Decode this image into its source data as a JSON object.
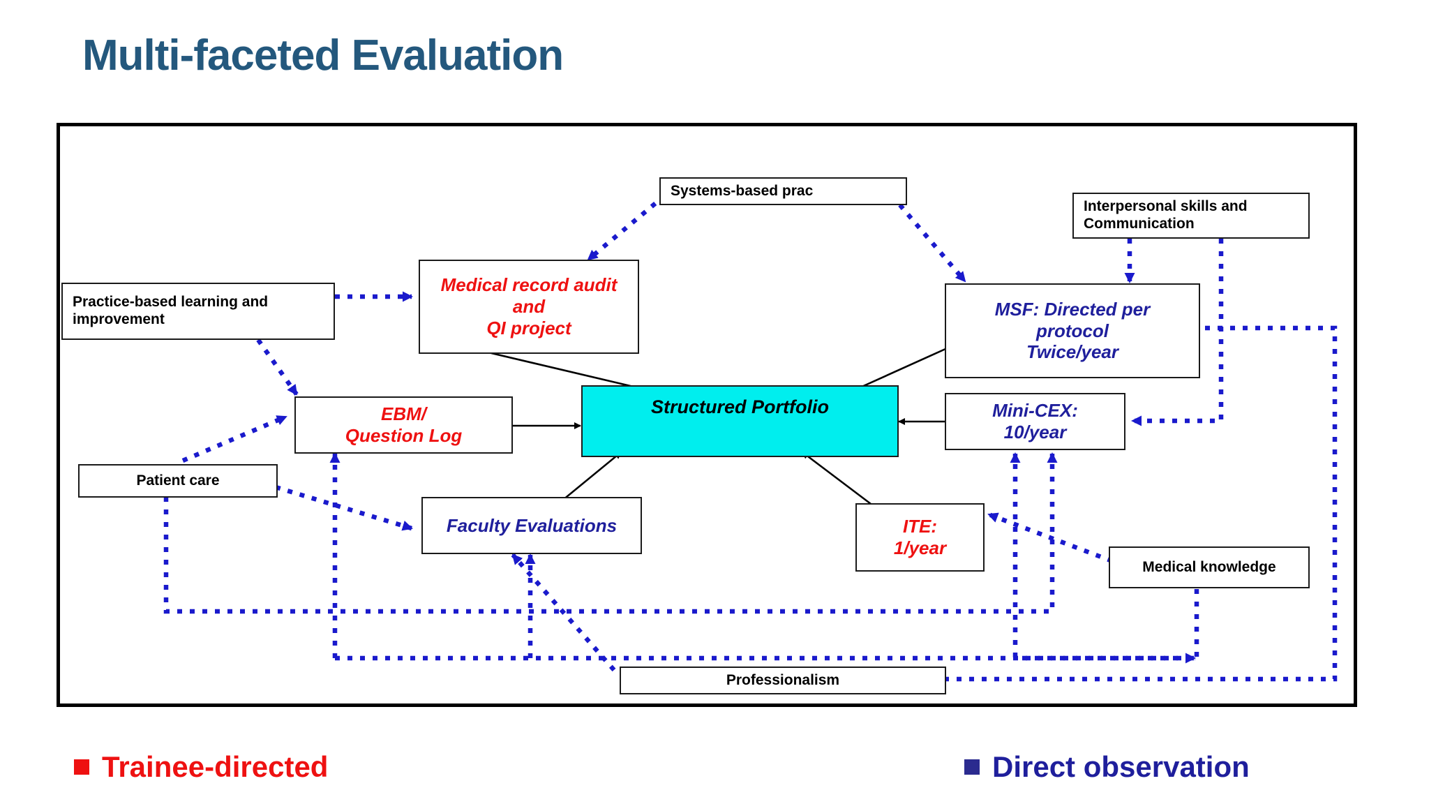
{
  "slide": {
    "title": "Multi-faceted Evaluation"
  },
  "legend": [
    {
      "key": "trainee",
      "label": "Trainee-directed",
      "color": "#ee1111",
      "marker": "square-bullet"
    },
    {
      "key": "direct",
      "label": "Direct observation",
      "color": "#1f1f9c",
      "marker": "square-bullet"
    }
  ],
  "diagram": {
    "type": "flow-diagram",
    "center": {
      "id": "portfolio",
      "label": "Structured Portfolio",
      "fill": "#00eeee",
      "text_color": "#000000"
    },
    "competencies": [
      {
        "id": "systems-based-prac",
        "label": "Systems-based prac"
      },
      {
        "id": "interpersonal-skills",
        "label": "Interpersonal skills and Communication"
      },
      {
        "id": "practice-based-learning",
        "label": "Practice-based learning and improvement"
      },
      {
        "id": "patient-care",
        "label": "Patient care"
      },
      {
        "id": "medical-knowledge",
        "label": "Medical knowledge"
      },
      {
        "id": "professionalism",
        "label": "Professionalism"
      }
    ],
    "assessments": [
      {
        "id": "medical-record-audit",
        "label": "Medical record audit and\nQI project",
        "category": "trainee"
      },
      {
        "id": "ebm-question-log",
        "label": "EBM/\nQuestion Log",
        "category": "trainee"
      },
      {
        "id": "ite",
        "label": "ITE:\n1/year",
        "category": "trainee"
      },
      {
        "id": "msf",
        "label": "MSF: Directed per protocol\nTwice/year",
        "category": "direct"
      },
      {
        "id": "mini-cex",
        "label": "Mini-CEX:\n10/year",
        "category": "direct"
      },
      {
        "id": "faculty-evaluations",
        "label": "Faculty Evaluations",
        "category": "direct"
      }
    ],
    "node_text": {
      "systems_based_prac": "Systems-based prac",
      "interpersonal_l1": "Interpersonal skills and",
      "interpersonal_l2": "Communication",
      "practice_based_l1": "Practice-based learning and",
      "practice_based_l2": "improvement",
      "patient_care": "Patient care",
      "medical_knowledge": "Medical knowledge",
      "professionalism": "Professionalism",
      "mra_l1": "Medical record audit",
      "mra_l2": "and",
      "mra_l3": "QI project",
      "ebm_l1": "EBM/",
      "ebm_l2": "Question Log",
      "ite_l1": "ITE:",
      "ite_l2": "1/year",
      "msf_l1": "MSF: Directed per",
      "msf_l2": "protocol",
      "msf_l3": "Twice/year",
      "minicex_l1": "Mini-CEX:",
      "minicex_l2": "10/year",
      "faculty_eval": "Faculty Evaluations",
      "portfolio": "Structured Portfolio"
    },
    "edges_solid_to_portfolio": [
      "medical-record-audit -> portfolio",
      "ebm-question-log -> portfolio",
      "faculty-evaluations -> portfolio",
      "ite -> portfolio",
      "msf -> portfolio",
      "mini-cex -> portfolio"
    ],
    "edges_dotted_competency_to_assessment": [
      "systems-based-prac -> medical-record-audit",
      "systems-based-prac -> msf",
      "interpersonal-skills -> msf",
      "interpersonal-skills -> mini-cex",
      "practice-based-learning -> medical-record-audit",
      "practice-based-learning -> ebm-question-log",
      "patient-care -> ebm-question-log",
      "patient-care -> faculty-evaluations",
      "patient-care -> mini-cex",
      "medical-knowledge -> ite",
      "medical-knowledge -> mini-cex",
      "professionalism -> faculty-evaluations",
      "professionalism -> msf",
      "professionalism -> ebm-question-log"
    ],
    "colors": {
      "solid_edge": "#000000",
      "dotted_edge": "#1a1aCC",
      "frame": "#000000",
      "title": "#24587d",
      "trainee": "#ee1111",
      "direct": "#1f1f9c",
      "portfolio_fill": "#00eeee"
    }
  }
}
